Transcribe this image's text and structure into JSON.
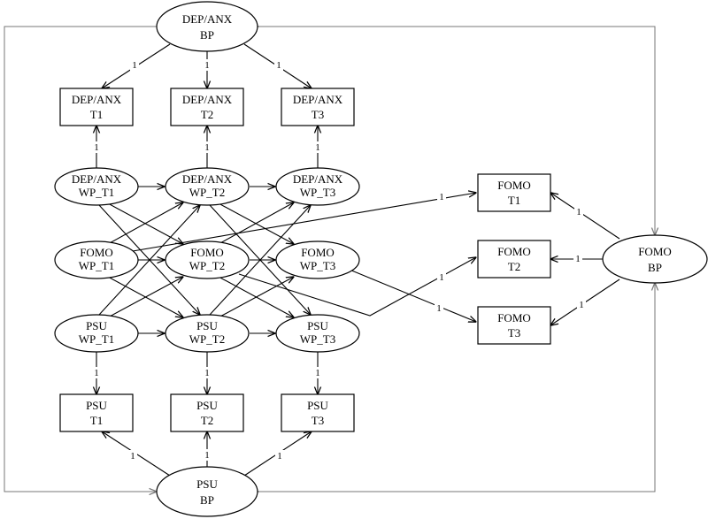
{
  "nodes": {
    "dep_bp": [
      "DEP/ANX",
      "BP"
    ],
    "dep_t1": [
      "DEP/ANX",
      "T1"
    ],
    "dep_t2": [
      "DEP/ANX",
      "T2"
    ],
    "dep_t3": [
      "DEP/ANX",
      "T3"
    ],
    "dep_wp1": [
      "DEP/ANX",
      "WP_T1"
    ],
    "dep_wp2": [
      "DEP/ANX",
      "WP_T2"
    ],
    "dep_wp3": [
      "DEP/ANX",
      "WP_T3"
    ],
    "fomo_wp1": [
      "FOMO",
      "WP_T1"
    ],
    "fomo_wp2": [
      "FOMO",
      "WP_T2"
    ],
    "fomo_wp3": [
      "FOMO",
      "WP_T3"
    ],
    "psu_wp1": [
      "PSU",
      "WP_T1"
    ],
    "psu_wp2": [
      "PSU",
      "WP_T2"
    ],
    "psu_wp3": [
      "PSU",
      "WP_T3"
    ],
    "psu_t1": [
      "PSU",
      "T1"
    ],
    "psu_t2": [
      "PSU",
      "T2"
    ],
    "psu_t3": [
      "PSU",
      "T3"
    ],
    "psu_bp": [
      "PSU",
      "BP"
    ],
    "fomo_t1": [
      "FOMO",
      "T1"
    ],
    "fomo_t2": [
      "FOMO",
      "T2"
    ],
    "fomo_t3": [
      "FOMO",
      "T3"
    ],
    "fomo_bp": [
      "FOMO",
      "BP"
    ]
  },
  "loading_label": "1"
}
